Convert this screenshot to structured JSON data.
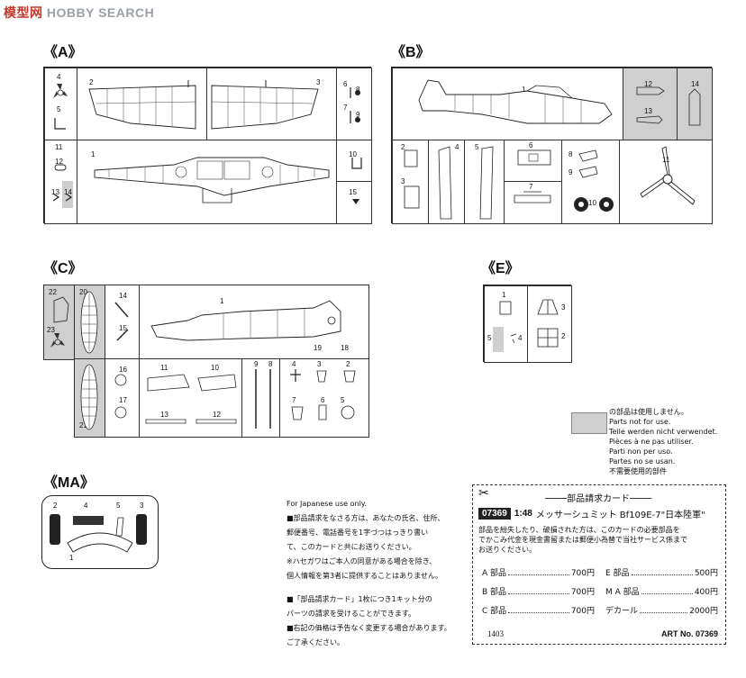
{
  "watermark": {
    "cn": "模型网",
    "en": "HOBBY SEARCH"
  },
  "sections": {
    "a": "《A》",
    "b": "《B》",
    "c": "《C》",
    "e": "《E》",
    "ma": "《MA》"
  },
  "parts": {
    "a": [
      "1",
      "2",
      "3",
      "4",
      "5",
      "6",
      "7",
      "8",
      "9",
      "10",
      "11",
      "12",
      "13",
      "14",
      "15"
    ],
    "b": [
      "1",
      "2",
      "3",
      "4",
      "5",
      "6",
      "7",
      "8",
      "9",
      "10",
      "11",
      "12",
      "13",
      "14"
    ],
    "c": [
      "1",
      "2",
      "3",
      "4",
      "5",
      "6",
      "7",
      "8",
      "9",
      "10",
      "11",
      "12",
      "13",
      "14",
      "15",
      "16",
      "17",
      "18",
      "19",
      "20",
      "21",
      "22",
      "23"
    ],
    "e": [
      "1",
      "2",
      "3",
      "4",
      "5"
    ],
    "ma": [
      "1",
      "2",
      "3",
      "4",
      "5"
    ]
  },
  "legend": {
    "lines": [
      "の部品は使用しません。",
      "Parts not for use.",
      "Teile werden nicht verwendet.",
      "Pièces à ne pas utiliser.",
      "Parti non per uso.",
      "Partes no se usan.",
      "不需要使用的部件"
    ],
    "swatch_color": "#cfcfcf"
  },
  "japanese_note": {
    "title": "For Japanese use only.",
    "lines": [
      "■部品請求をなさる方は、あなたの氏名、住所、",
      "郵便番号、電話番号を1字づつはっきり書い",
      "て、このカードと共にお送りください。",
      "※ハセガワはご本人の同意がある場合を除き、",
      "個人情報を第3者に提供することはありません。",
      "",
      "■「部品請求カード」1枚につき1キット分の",
      "パーツの請求を受けることができます。",
      "■右記の価格は予告なく変更する場合があります。",
      "ご了承ください。"
    ]
  },
  "card": {
    "title": "部品請求カード",
    "code": "07369",
    "scale": "1:48",
    "product": "メッサーシュミット Bf109E-7\"日本陸軍\"",
    "desc": [
      "部品を紛失したり、破損された方は、このカードの必要部品を",
      "でかこみ代金を現金書留または郵便小為替で当社サービス係まで",
      "お送りください。"
    ],
    "rows": [
      {
        "l_name": "A 部品",
        "l_price": "700円",
        "r_name": "E 部品",
        "r_price": "500円"
      },
      {
        "l_name": "B 部品",
        "l_price": "700円",
        "r_name": "M A 部品",
        "r_price": "400円"
      },
      {
        "l_name": "C 部品",
        "l_price": "700円",
        "r_name": "デカール",
        "r_price": "2000円"
      }
    ],
    "footer_left": "1403",
    "footer_right": "ART No. 07369"
  }
}
